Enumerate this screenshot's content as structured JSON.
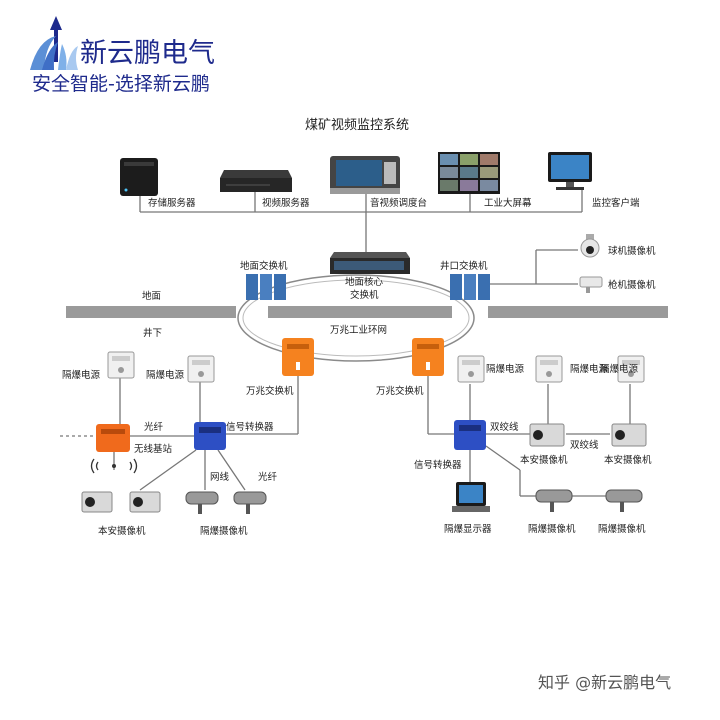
{
  "logo": {
    "brand": "新云鹏电气",
    "slogan": "安全智能-选择新云鹏"
  },
  "diagram_title": "煤矿视频监控系统",
  "devices": {
    "storage_server": "存储服务器",
    "video_server": "视频服务器",
    "av_dispatch": "音视频调度台",
    "big_screen": "工业大屏幕",
    "monitor_client": "监控客户端",
    "core_switch_line1": "地面核心",
    "core_switch_line2": "交换机",
    "ground_switch": "地面交换机",
    "shaft_switch": "井口交换机",
    "dome_camera": "球机摄像机",
    "bullet_camera": "枪机摄像机",
    "ring_network": "万兆工业环网",
    "gigabit_switch_left": "万兆交换机",
    "gigabit_switch_right": "万兆交换机",
    "fiber_left": "光纤",
    "wireless_base": "无线基站",
    "signal_converter_left": "信号转换器",
    "signal_converter_right": "信号转换器",
    "network_cable": "网线",
    "fiber_bottom": "光纤",
    "twisted_pair_1": "双绞线",
    "twisted_pair_2": "双绞线",
    "ex_display": "隔爆显示器"
  },
  "zones": {
    "ground": "地面",
    "underground": "井下"
  },
  "power_labels": [
    "隔爆电源",
    "隔爆电源",
    "隔爆电源",
    "隔爆电源",
    "隔爆电源"
  ],
  "camera_labels": {
    "intrinsic_left": "本安摄像机",
    "ex_left": "隔爆摄像机",
    "intrinsic_right_1": "本安摄像机",
    "intrinsic_right_2": "本安摄像机",
    "ex_right_1": "隔爆摄像机",
    "ex_right_2": "隔爆摄像机"
  },
  "watermark": "知乎 @新云鹏电气",
  "colors": {
    "brand": "#1e2a8c",
    "explosion_proof_box": "#f5821f",
    "signal_converter": "#2d4fc4",
    "zone_bar": "#9a9a9a",
    "link_line": "#777777"
  }
}
